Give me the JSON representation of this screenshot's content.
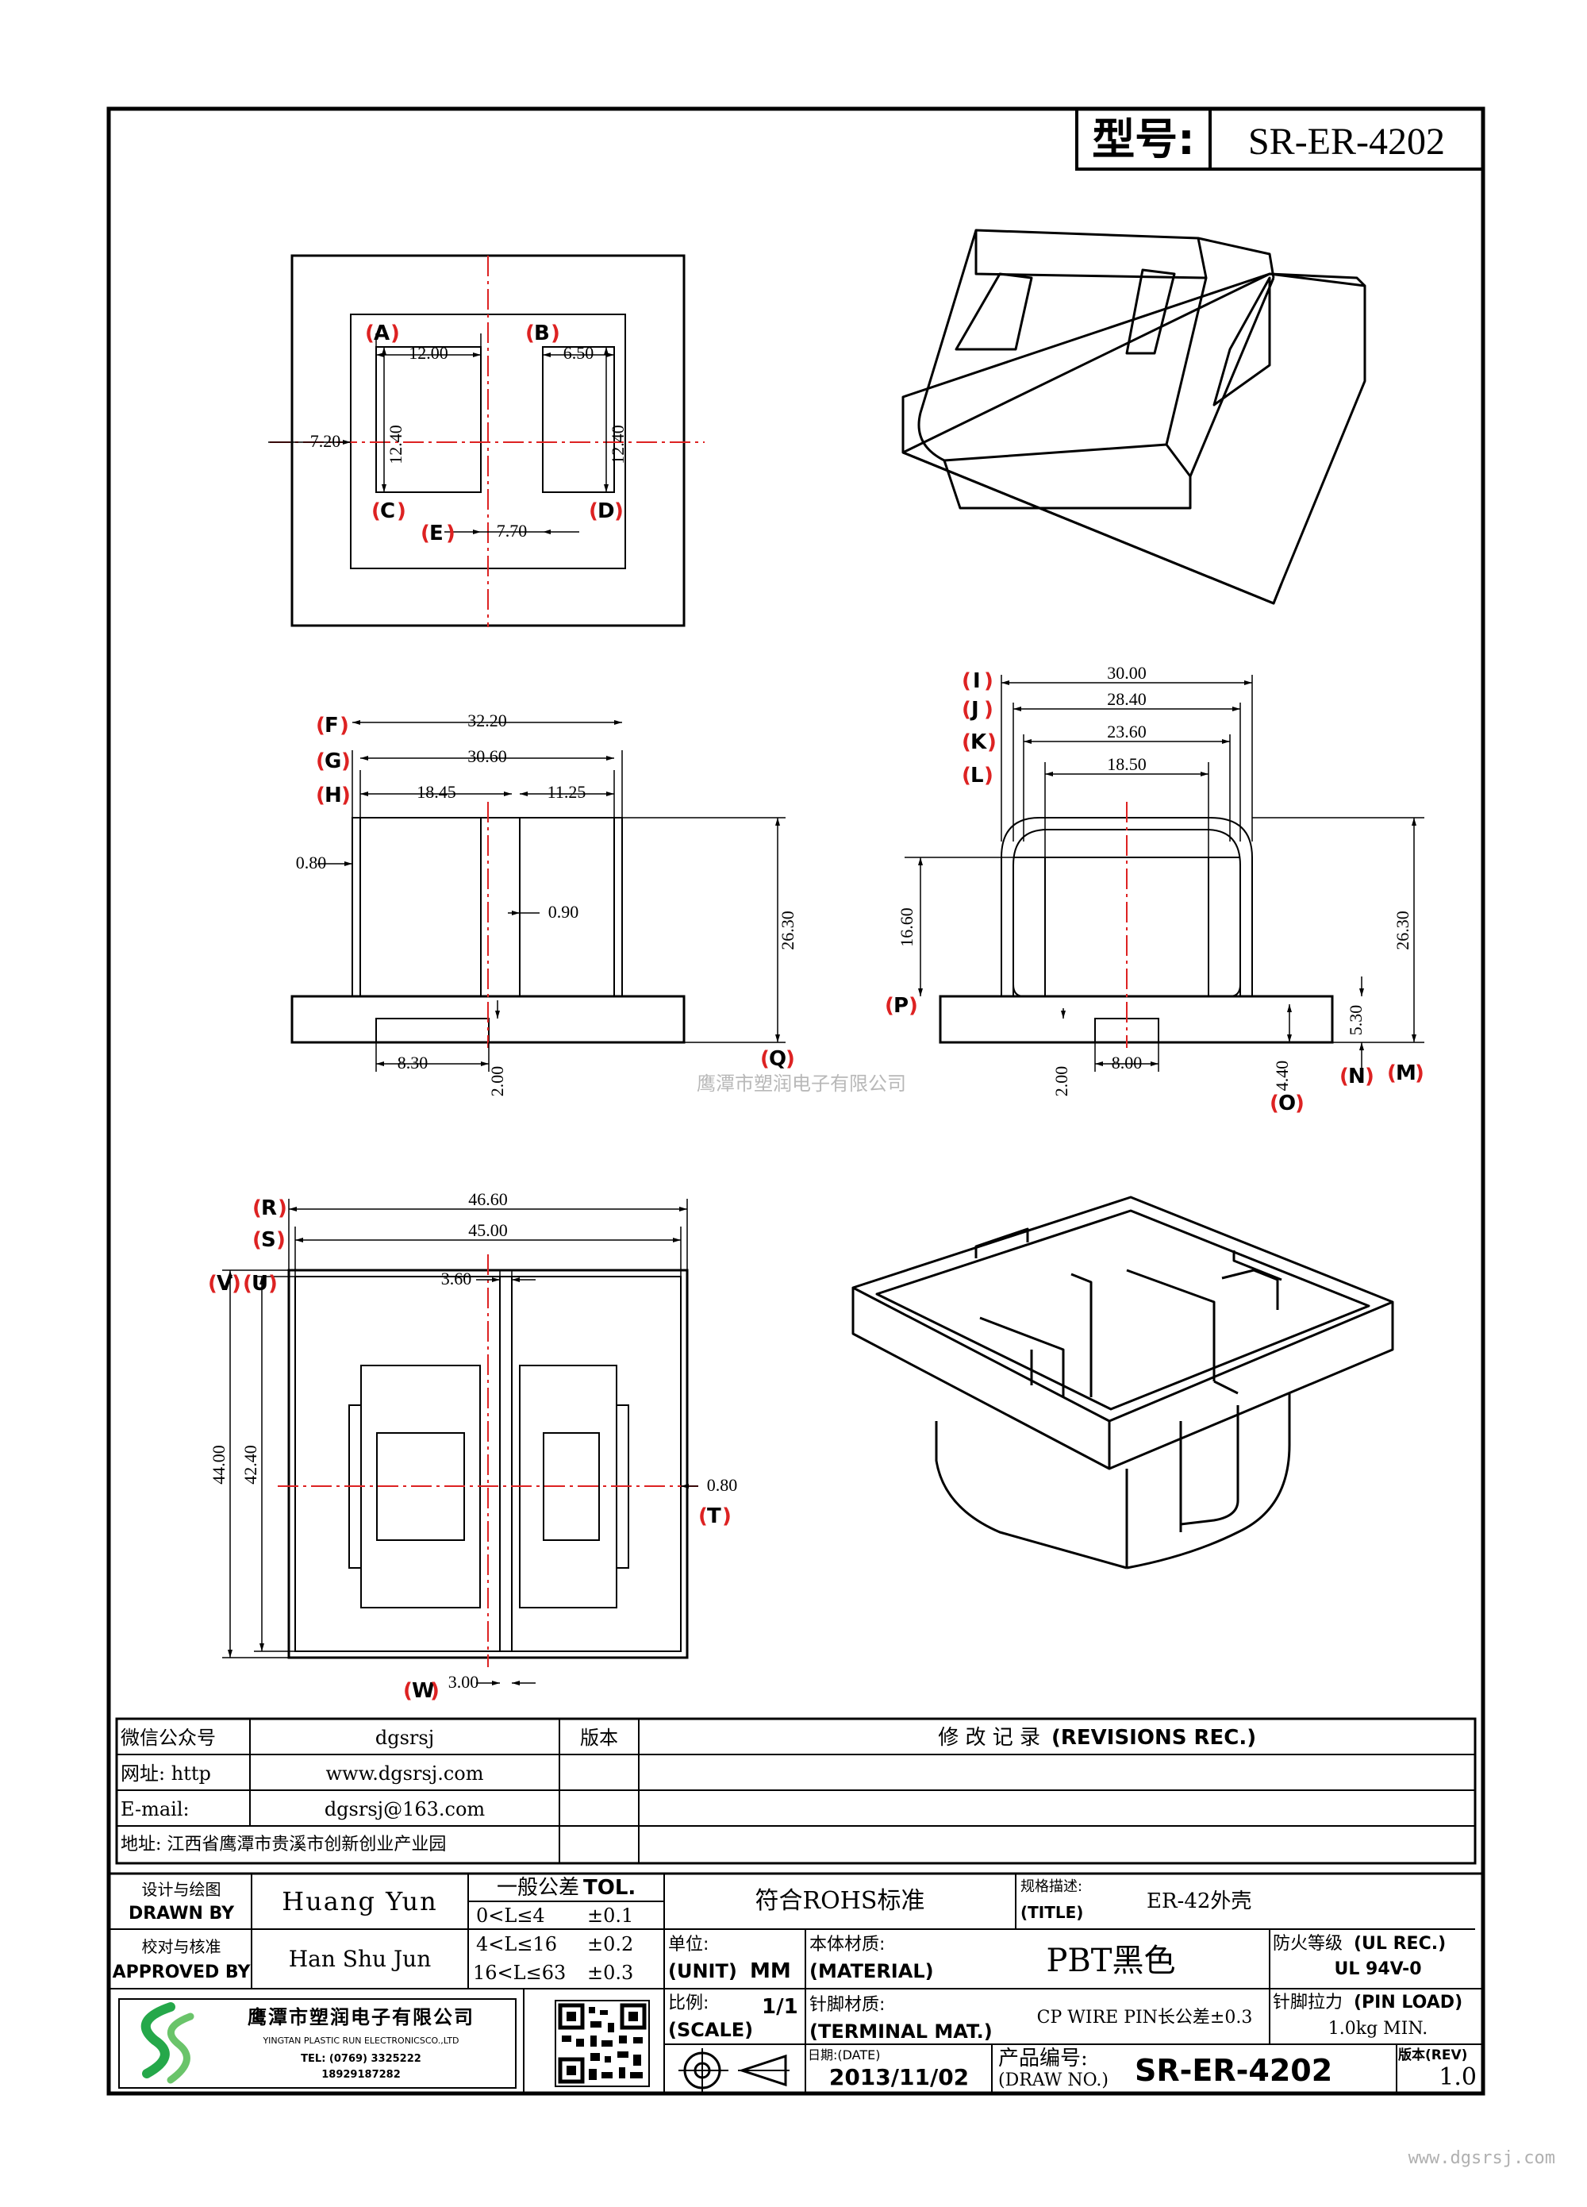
{
  "header": {
    "model_label": "型号:",
    "model_value": "SR-ER-4202"
  },
  "watermark_center": "鹰潭市塑润电子有限公司",
  "watermark_footer": "www.dgsrsj.com",
  "markers": {
    "A": "A",
    "B": "B",
    "C": "C",
    "D": "D",
    "E": "E",
    "F": "F",
    "G": "G",
    "H": "H",
    "I": "I",
    "J": "J",
    "K": "K",
    "L": "L",
    "M": "M",
    "N": "N",
    "O": "O",
    "P": "P",
    "Q": "Q",
    "R": "R",
    "S": "S",
    "T": "T",
    "U": "U",
    "V": "V",
    "W": "W"
  },
  "dims": {
    "top_a_w": "12.00",
    "top_b_w": "6.50",
    "top_left": "7.20",
    "top_c_h": "12.40",
    "top_d_h": "12.40",
    "top_e_gap": "7.70",
    "front_f": "32.20",
    "front_g": "30.60",
    "front_h_left": "18.45",
    "front_h_right": "11.25",
    "front_wall": "0.80",
    "front_slot": "0.90",
    "front_height": "26.30",
    "front_foot": "8.30",
    "front_base": "2.00",
    "side_i": "30.00",
    "side_j": "28.40",
    "side_k": "23.60",
    "side_l": "18.50",
    "side_inner_h": "16.60",
    "side_height": "26.30",
    "side_base": "2.00",
    "side_foot": "8.00",
    "side_o": "4.40",
    "side_m": "5.30",
    "bot_r": "46.60",
    "bot_s": "45.00",
    "bot_slot": "3.60",
    "bot_v": "44.00",
    "bot_u": "42.40",
    "bot_t": "0.80",
    "bot_w": "3.00"
  },
  "info_table": {
    "rows": [
      {
        "label": "微信公众号",
        "value": "dgsrsj"
      },
      {
        "label": "网址: http",
        "value": "www.dgsrsj.com"
      },
      {
        "label": "E-mail:",
        "value": "dgsrsj@163.com"
      }
    ],
    "address": "地址: 江西省鹰潭市贵溪市创新创业产业园",
    "version_header": "版本",
    "revisions_header": "修 改 记 录",
    "revisions_header_en": "(REVISIONS REC.)"
  },
  "title_block": {
    "drawn_by_cn": "设计与绘图",
    "drawn_by_en": "DRAWN BY",
    "drawn_by_name": "Huang Yun",
    "approved_cn": "校对与核准",
    "approved_en": "APPROVED BY",
    "approved_name": "Han Shu Jun",
    "tol_header_cn": "一般公差",
    "tol_header_en": "TOL.",
    "tol_rows": [
      {
        "range": "0<L≤4",
        "val": "±0.1"
      },
      {
        "range": "4<L≤16",
        "val": "±0.2"
      },
      {
        "range": "16<L≤63",
        "val": "±0.3"
      }
    ],
    "rohs": "符合ROHS标准",
    "spec_label_cn": "规格描述:",
    "spec_label_en": "(TITLE)",
    "spec_value": "ER-42外壳",
    "fire_label_cn": "防火等级",
    "fire_label_en": "(UL REC.)",
    "fire_value": "UL 94V-0",
    "unit_label_cn": "单位:",
    "unit_label_en": "(UNIT)",
    "unit_value": "MM",
    "material_label_cn": "本体材质:",
    "material_label_en": "(MATERIAL)",
    "material_value": "PBT黑色",
    "scale_label_cn": "比例:",
    "scale_label_en": "(SCALE)",
    "scale_value": "1/1",
    "terminal_label_cn": "针脚材质:",
    "terminal_label_en": "(TERMINAL MAT.)",
    "terminal_value": "CP WIRE  PIN长公差±0.3",
    "pinload_label_cn": "针脚拉力",
    "pinload_label_en": "(PIN LOAD)",
    "pinload_value": "1.0kg MIN.",
    "date_label": "日期:(DATE)",
    "date_value": "2013/11/02",
    "drawno_label_cn": "产品编号:",
    "drawno_label_en": "(DRAW NO.)",
    "drawno_value": "SR-ER-4202",
    "rev_label": "版本(REV)",
    "rev_value": "1.0",
    "company_cn": "鹰潭市塑润电子有限公司",
    "company_en": "YINGTAN PLASTIC RUN ELECTRONICSCO.,LTD",
    "company_tel": "TEL: (0769) 3325222",
    "company_mobile": "18929187282"
  }
}
